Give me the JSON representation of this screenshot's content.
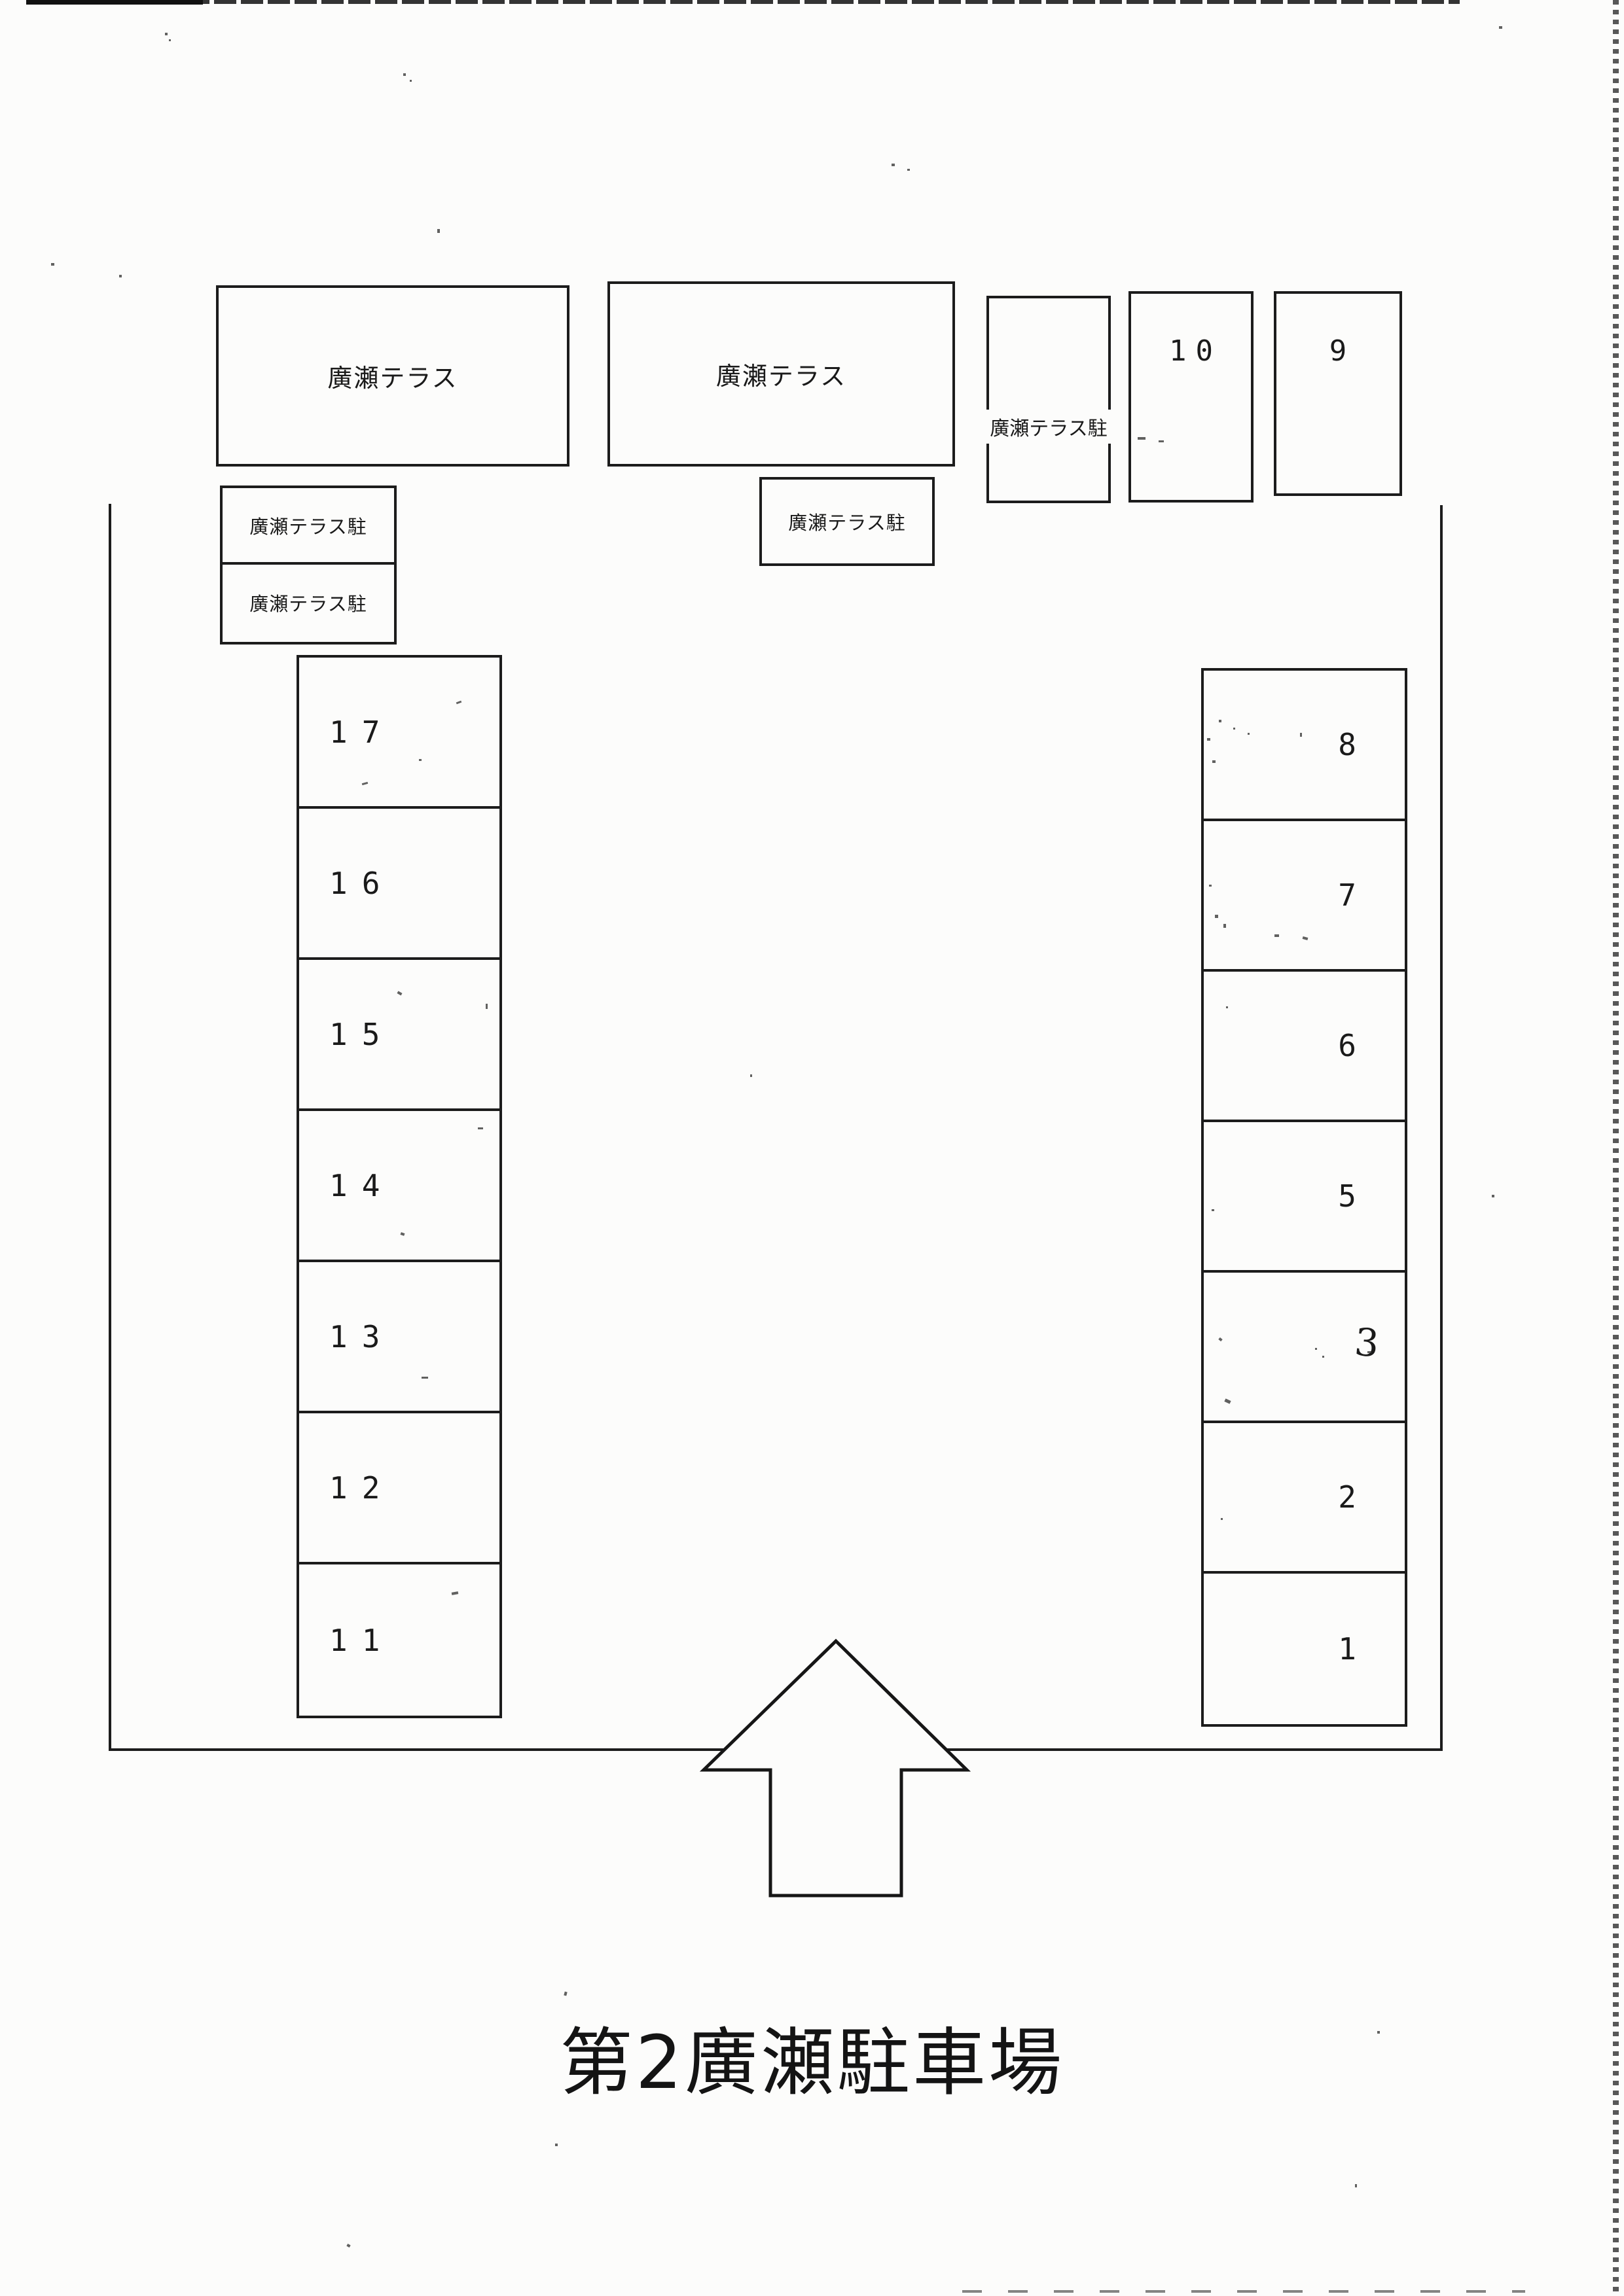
{
  "title": "第2廣瀬駐車場",
  "buildings": {
    "terrace_a": "廣瀬テラス",
    "terrace_b": "廣瀬テラス"
  },
  "parking_labels": {
    "tall_box": "廣瀬テラス駐",
    "left_row_1": "廣瀬テラス駐",
    "left_row_2": "廣瀬テラス駐",
    "middle_box": "廣瀬テラス駐"
  },
  "top_spaces": {
    "space_10": "10",
    "space_9": "9"
  },
  "left_column_spaces": [
    "17",
    "16",
    "15",
    "14",
    "13",
    "12",
    "11"
  ],
  "right_column_spaces": [
    "8",
    "7",
    "6",
    "5",
    "3",
    "2",
    "1"
  ]
}
